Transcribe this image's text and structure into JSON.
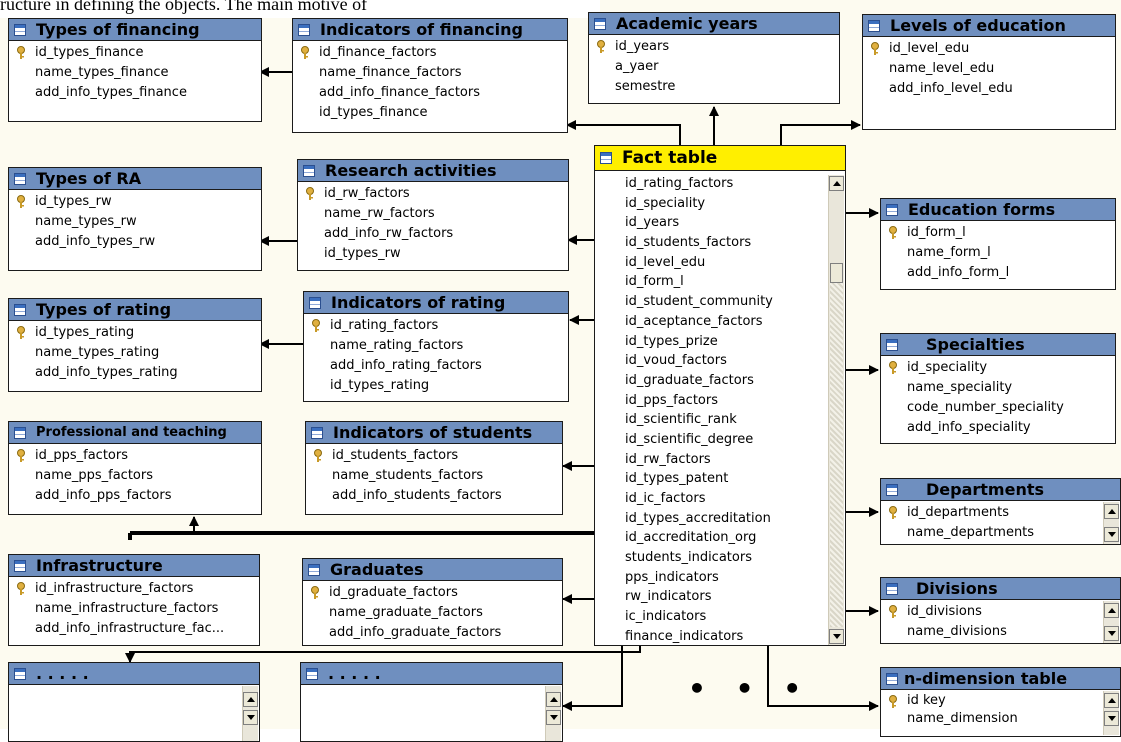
{
  "caption": "ructure in defining the objects. The main motive of",
  "ellipsis": "• • •",
  "colors": {
    "header": "#6f8fbf",
    "fact_header": "#ffef00",
    "background": "#fdfbf0"
  },
  "tables": {
    "types_financing": {
      "title": "Types of financing",
      "fields": [
        "id_types_finance",
        "name_types_finance",
        "add_info_types_finance"
      ]
    },
    "indicators_financing": {
      "title": "Indicators of financing",
      "fields": [
        "id_finance_factors",
        "name_finance_factors",
        "add_info_finance_factors",
        "id_types_finance"
      ]
    },
    "academic_years": {
      "title": "Academic years",
      "fields": [
        "id_years",
        "a_yaer",
        "semestre"
      ]
    },
    "levels_education": {
      "title": "Levels of education",
      "fields": [
        "id_level_edu",
        "name_level_edu",
        "add_info_level_edu"
      ]
    },
    "types_ra": {
      "title": "Types of RA",
      "fields": [
        "id_types_rw",
        "name_types_rw",
        "add_info_types_rw"
      ]
    },
    "research_activities": {
      "title": "Research activities",
      "fields": [
        "id_rw_factors",
        "name_rw_factors",
        "add_info_rw_factors",
        "id_types_rw"
      ]
    },
    "fact_table": {
      "title": "Fact table",
      "fields": [
        "id_rating_factors",
        "id_speciality",
        "id_years",
        "id_students_factors",
        "id_level_edu",
        "id_form_l",
        "id_student_community",
        "id_aceptance_factors",
        "id_types_prize",
        "id_voud_factors",
        "id_graduate_factors",
        "id_pps_factors",
        "id_scientific_rank",
        "id_scientific_degree",
        "id_rw_factors",
        "id_types_patent",
        "id_ic_factors",
        "id_types_accreditation",
        "id_accreditation_org",
        "students_indicators",
        "pps_indicators",
        "rw_indicators",
        "ic_indicators",
        "finance_indicators"
      ]
    },
    "education_forms": {
      "title": "Education forms",
      "fields": [
        "id_form_l",
        "name_form_l",
        "add_info_form_l"
      ]
    },
    "types_rating": {
      "title": "Types of rating",
      "fields": [
        "id_types_rating",
        "name_types_rating",
        "add_info_types_rating"
      ]
    },
    "indicators_rating": {
      "title": "Indicators of rating",
      "fields": [
        "id_rating_factors",
        "name_rating_factors",
        "add_info_rating_factors",
        "id_types_rating"
      ]
    },
    "specialties": {
      "title": "Specialties",
      "fields": [
        "id_speciality",
        "name_speciality",
        "code_number_speciality",
        "add_info_speciality"
      ]
    },
    "professional_teaching": {
      "title": "Professional and teaching",
      "fields": [
        "id_pps_factors",
        "name_pps_factors",
        "add_info_pps_factors"
      ]
    },
    "indicators_students": {
      "title": "Indicators of students",
      "fields": [
        "id_students_factors",
        "name_students_factors",
        "add_info_students_factors"
      ]
    },
    "departments": {
      "title": "Departments",
      "fields": [
        "id_departments",
        "name_departments"
      ]
    },
    "infrastructure": {
      "title": "Infrastructure",
      "fields": [
        "id_infrastructure_factors",
        "name_infrastructure_factors",
        "add_info_infrastructure_fac..."
      ]
    },
    "graduates": {
      "title": "Graduates",
      "fields": [
        "id_graduate_factors",
        "name_graduate_factors",
        "add_info_graduate_factors"
      ]
    },
    "divisions": {
      "title": "Divisions",
      "fields": [
        "id_divisions",
        "name_divisions"
      ]
    },
    "placeholder_1": {
      "title": ". . . . .",
      "fields": []
    },
    "placeholder_2": {
      "title": ". . . . .",
      "fields": []
    },
    "n_dimension": {
      "title": "n-dimension table",
      "fields": [
        "id key",
        "name_dimension"
      ]
    }
  }
}
